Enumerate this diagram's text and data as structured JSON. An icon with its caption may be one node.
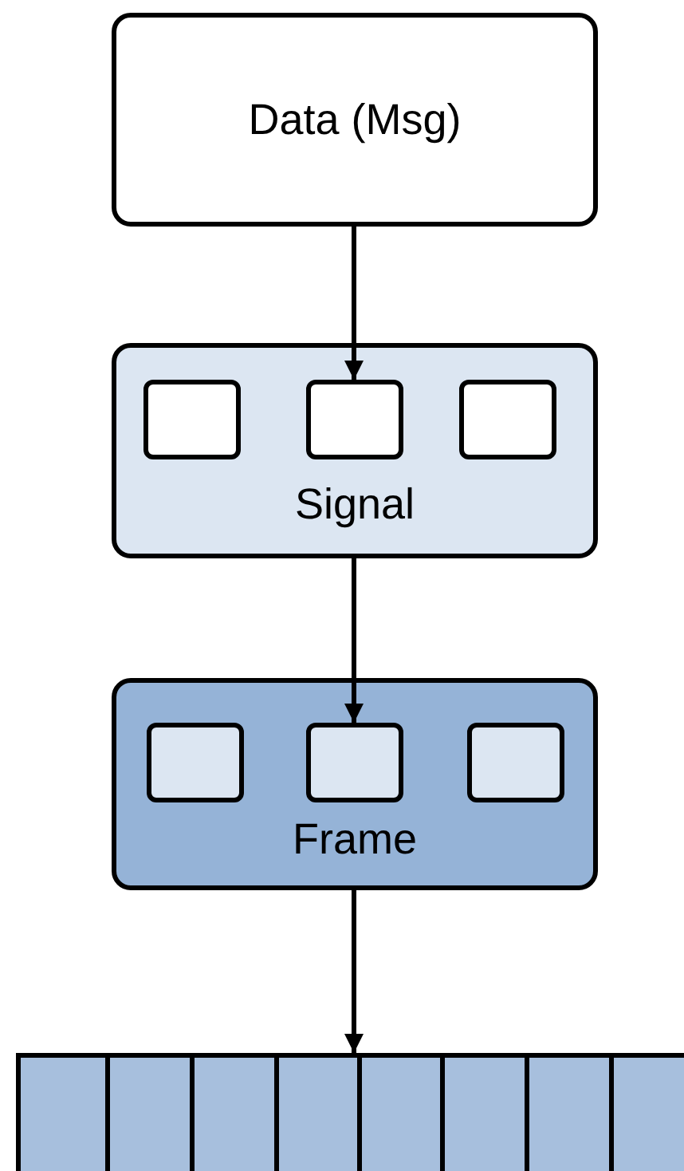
{
  "diagram": {
    "nodes": [
      {
        "text": [
          "Data (Msg)"
        ]
      },
      {
        "text": [
          "Signal"
        ]
      },
      {
        "text": [],
        "shape": "box",
        "in": 1
      },
      {
        "text": [],
        "shape": "box",
        "in": 1
      },
      {
        "text": [],
        "shape": "box",
        "in": 1
      },
      {
        "text": [
          "Frame"
        ]
      },
      {
        "text": [],
        "shape": "box",
        "in": 5
      },
      {
        "text": [],
        "shape": "box",
        "in": 5
      },
      {
        "text": [],
        "shape": "box",
        "in": 5
      },
      {
        "text": [],
        "shape": "bar"
      }
    ],
    "edges": [
      {
        "from": 0,
        "to": 3,
        "arrow": "to"
      },
      {
        "from": 1,
        "to": 7,
        "arrow": "to"
      },
      {
        "from": 5,
        "to": 9,
        "arrow": "to"
      }
    ]
  }
}
